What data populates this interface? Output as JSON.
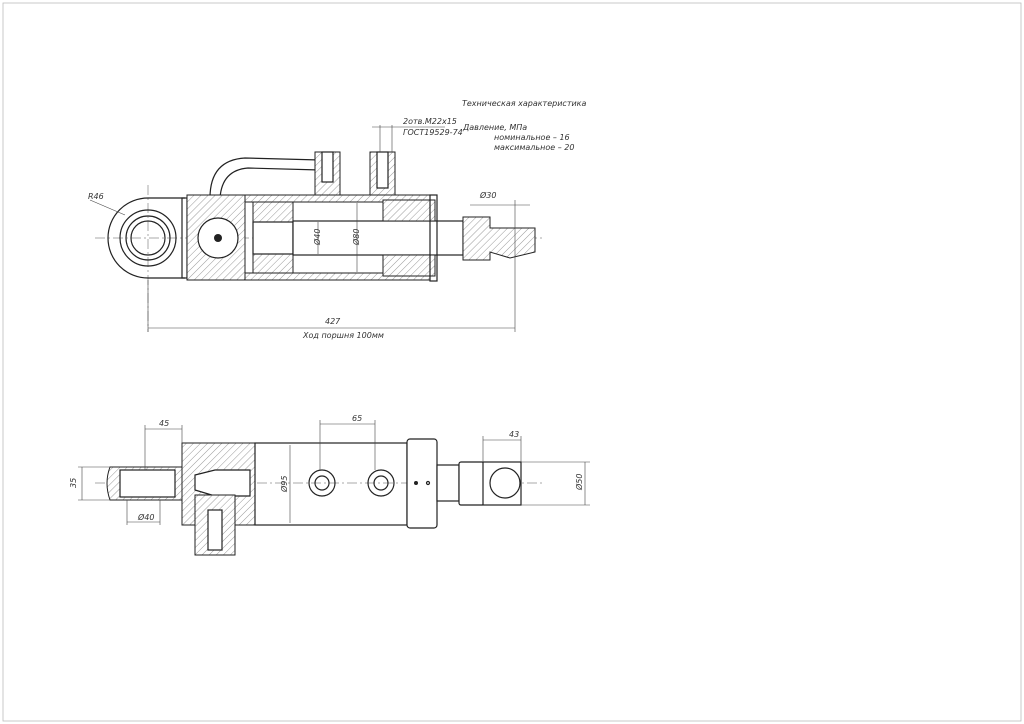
{
  "spec": {
    "title": "Техническая характеристика",
    "pressure_label": "Давление, МПа",
    "nominal": "номинальное  –  16",
    "maximum": "максимальное – 20"
  },
  "top_view": {
    "port_thread": "2отв.М22х15",
    "port_standard": "ГОСТ19529-74",
    "eye_radius": "R46",
    "rod_end_dia": "Ø30",
    "rod_dia": "Ø40",
    "bore_dia": "Ø80",
    "overall_length": "427",
    "stroke": "Ход поршня 100мм"
  },
  "bottom_view": {
    "dim_45": "45",
    "dim_65": "65",
    "dim_43": "43",
    "dim_35": "35",
    "eye_dia": "Ø40",
    "body_dia": "Ø95",
    "rod_eye_dia": "Ø50"
  }
}
